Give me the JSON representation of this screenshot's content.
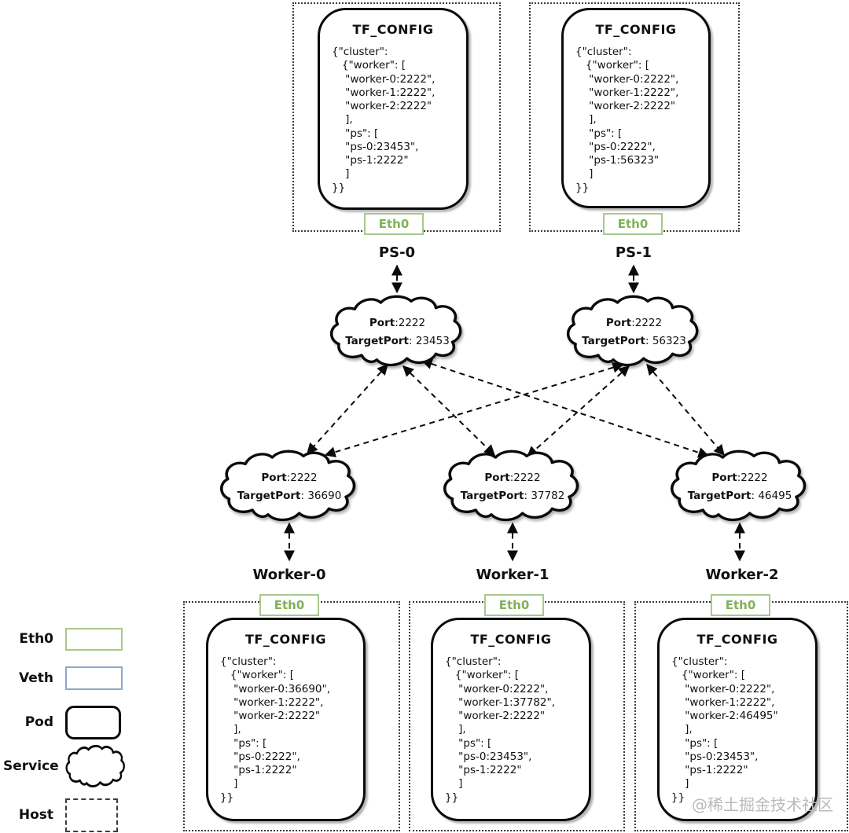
{
  "labels": {
    "tf_config": "TF_CONFIG",
    "eth0": "Eth0"
  },
  "ps_hosts": [
    {
      "name": "PS-0",
      "config": "{\"cluster\":\n   {\"worker\": [\n    \"worker-0:2222\",\n    \"worker-1:2222\",\n    \"worker-2:2222\"\n    ],\n    \"ps\": [\n    \"ps-0:23453\",\n    \"ps-1:2222\"\n    ]\n}}"
    },
    {
      "name": "PS-1",
      "config": "{\"cluster\":\n   {\"worker\": [\n    \"worker-0:2222\",\n    \"worker-1:2222\",\n    \"worker-2:2222\"\n    ],\n    \"ps\": [\n    \"ps-0:2222\",\n    \"ps-1:56323\"\n    ]\n}}"
    }
  ],
  "worker_hosts": [
    {
      "name": "Worker-0",
      "config": "{\"cluster\":\n   {\"worker\": [\n    \"worker-0:36690\",\n    \"worker-1:2222\",\n    \"worker-2:2222\"\n    ],\n    \"ps\": [\n    \"ps-0:2222\",\n    \"ps-1:2222\"\n    ]\n}}"
    },
    {
      "name": "Worker-1",
      "config": "{\"cluster\":\n   {\"worker\": [\n    \"worker-0:2222\",\n    \"worker-1:37782\",\n    \"worker-2:2222\"\n    ],\n    \"ps\": [\n    \"ps-0:23453\",\n    \"ps-1:2222\"\n    ]\n}}"
    },
    {
      "name": "Worker-2",
      "config": "{\"cluster\":\n   {\"worker\": [\n    \"worker-0:2222\",\n    \"worker-1:2222\",\n    \"worker-2:46495\"\n    ],\n    \"ps\": [\n    \"ps-0:23453\",\n    \"ps-1:2222\"\n    ]\n}}"
    }
  ],
  "services": [
    {
      "port_label": "Port",
      "port_value": ":2222",
      "target_label": "TargetPort",
      "target_value": ": 23453"
    },
    {
      "port_label": "Port",
      "port_value": ":2222",
      "target_label": "TargetPort",
      "target_value": ": 56323"
    },
    {
      "port_label": "Port",
      "port_value": ":2222",
      "target_label": "TargetPort",
      "target_value": ": 36690"
    },
    {
      "port_label": "Port",
      "port_value": ":2222",
      "target_label": "TargetPort",
      "target_value": ": 37782"
    },
    {
      "port_label": "Port",
      "port_value": ":2222",
      "target_label": "TargetPort",
      "target_value": ": 46495"
    }
  ],
  "legend": {
    "items": [
      {
        "label": "Eth0"
      },
      {
        "label": "Veth"
      },
      {
        "label": "Pod"
      },
      {
        "label": "Service"
      },
      {
        "label": "Host"
      }
    ]
  },
  "watermark": "@稀土掘金技术社区",
  "colors": {
    "eth_border": "#a7c98b",
    "eth_text": "#7fb257",
    "veth_border": "#8fa7cd",
    "ink": "#101010",
    "watermark": "#b9b9b9"
  }
}
